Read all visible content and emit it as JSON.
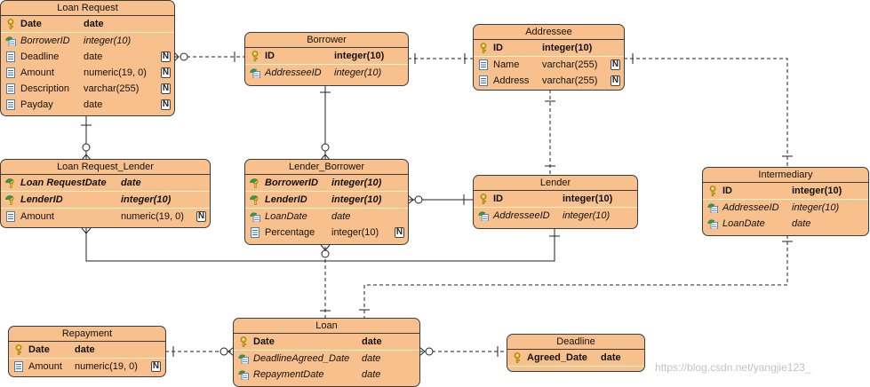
{
  "entities": {
    "loan_request": {
      "title": "Loan Request",
      "columns": [
        {
          "name": "Date",
          "type": "date",
          "key": "pk"
        },
        {
          "name": "BorrowerID",
          "type": "integer(10)",
          "key": "fk"
        },
        {
          "name": "Deadline",
          "type": "date",
          "key": "",
          "nullable": "N"
        },
        {
          "name": "Amount",
          "type": "numeric(19, 0)",
          "key": "",
          "nullable": "N"
        },
        {
          "name": "Description",
          "type": "varchar(255)",
          "key": "",
          "nullable": "N"
        },
        {
          "name": "Payday",
          "type": "date",
          "key": "",
          "nullable": "N"
        }
      ]
    },
    "borrower": {
      "title": "Borrower",
      "columns": [
        {
          "name": "ID",
          "type": "integer(10)",
          "key": "pk"
        },
        {
          "name": "AddresseeID",
          "type": "integer(10)",
          "key": "fk"
        }
      ]
    },
    "addressee": {
      "title": "Addressee",
      "columns": [
        {
          "name": "ID",
          "type": "integer(10)",
          "key": "pk"
        },
        {
          "name": "Name",
          "type": "varchar(255)",
          "key": "",
          "nullable": "N"
        },
        {
          "name": "Address",
          "type": "varchar(255)",
          "key": "",
          "nullable": "N"
        }
      ]
    },
    "loan_request_lender": {
      "title": "Loan Request_Lender",
      "columns": [
        {
          "name": "Loan RequestDate",
          "type": "date",
          "key": "pfk"
        },
        {
          "name": "LenderID",
          "type": "integer(10)",
          "key": "pfk"
        },
        {
          "name": "Amount",
          "type": "numeric(19, 0)",
          "key": "",
          "nullable": "N"
        }
      ]
    },
    "lender_borrower": {
      "title": "Lender_Borrower",
      "columns": [
        {
          "name": "BorrowerID",
          "type": "integer(10)",
          "key": "pfk"
        },
        {
          "name": "LenderID",
          "type": "integer(10)",
          "key": "pfk"
        },
        {
          "name": "LoanDate",
          "type": "date",
          "key": "fk"
        },
        {
          "name": "Percentage",
          "type": "integer(10)",
          "key": "",
          "nullable": "N"
        }
      ]
    },
    "lender": {
      "title": "Lender",
      "columns": [
        {
          "name": "ID",
          "type": "integer(10)",
          "key": "pk"
        },
        {
          "name": "AddresseeID",
          "type": "integer(10)",
          "key": "fk"
        }
      ]
    },
    "intermediary": {
      "title": "Intermediary",
      "columns": [
        {
          "name": "ID",
          "type": "integer(10)",
          "key": "pk"
        },
        {
          "name": "AddresseeID",
          "type": "integer(10)",
          "key": "fk"
        },
        {
          "name": "LoanDate",
          "type": "date",
          "key": "fk"
        }
      ]
    },
    "repayment": {
      "title": "Repayment",
      "columns": [
        {
          "name": "Date",
          "type": "date",
          "key": "pk"
        },
        {
          "name": "Amount",
          "type": "numeric(19, 0)",
          "key": "",
          "nullable": "N"
        }
      ]
    },
    "loan": {
      "title": "Loan",
      "columns": [
        {
          "name": "Date",
          "type": "date",
          "key": "pk"
        },
        {
          "name": "DeadlineAgreed_Date",
          "type": "date",
          "key": "fk"
        },
        {
          "name": "RepaymentDate",
          "type": "date",
          "key": "fk"
        }
      ]
    },
    "deadline": {
      "title": "Deadline",
      "columns": [
        {
          "name": "Agreed_Date",
          "type": "date",
          "key": "pk"
        }
      ]
    }
  },
  "watermark": "https://blog.csdn.net/yangjie123_",
  "colors": {
    "entity_fill": "#f7c08d",
    "border": "#3c3c3c",
    "line": "#222222"
  },
  "icons": {
    "pk": "key-icon",
    "fk": "foreign-key-icon",
    "pfk": "primary-foreign-key-icon",
    "column": "column-icon"
  }
}
